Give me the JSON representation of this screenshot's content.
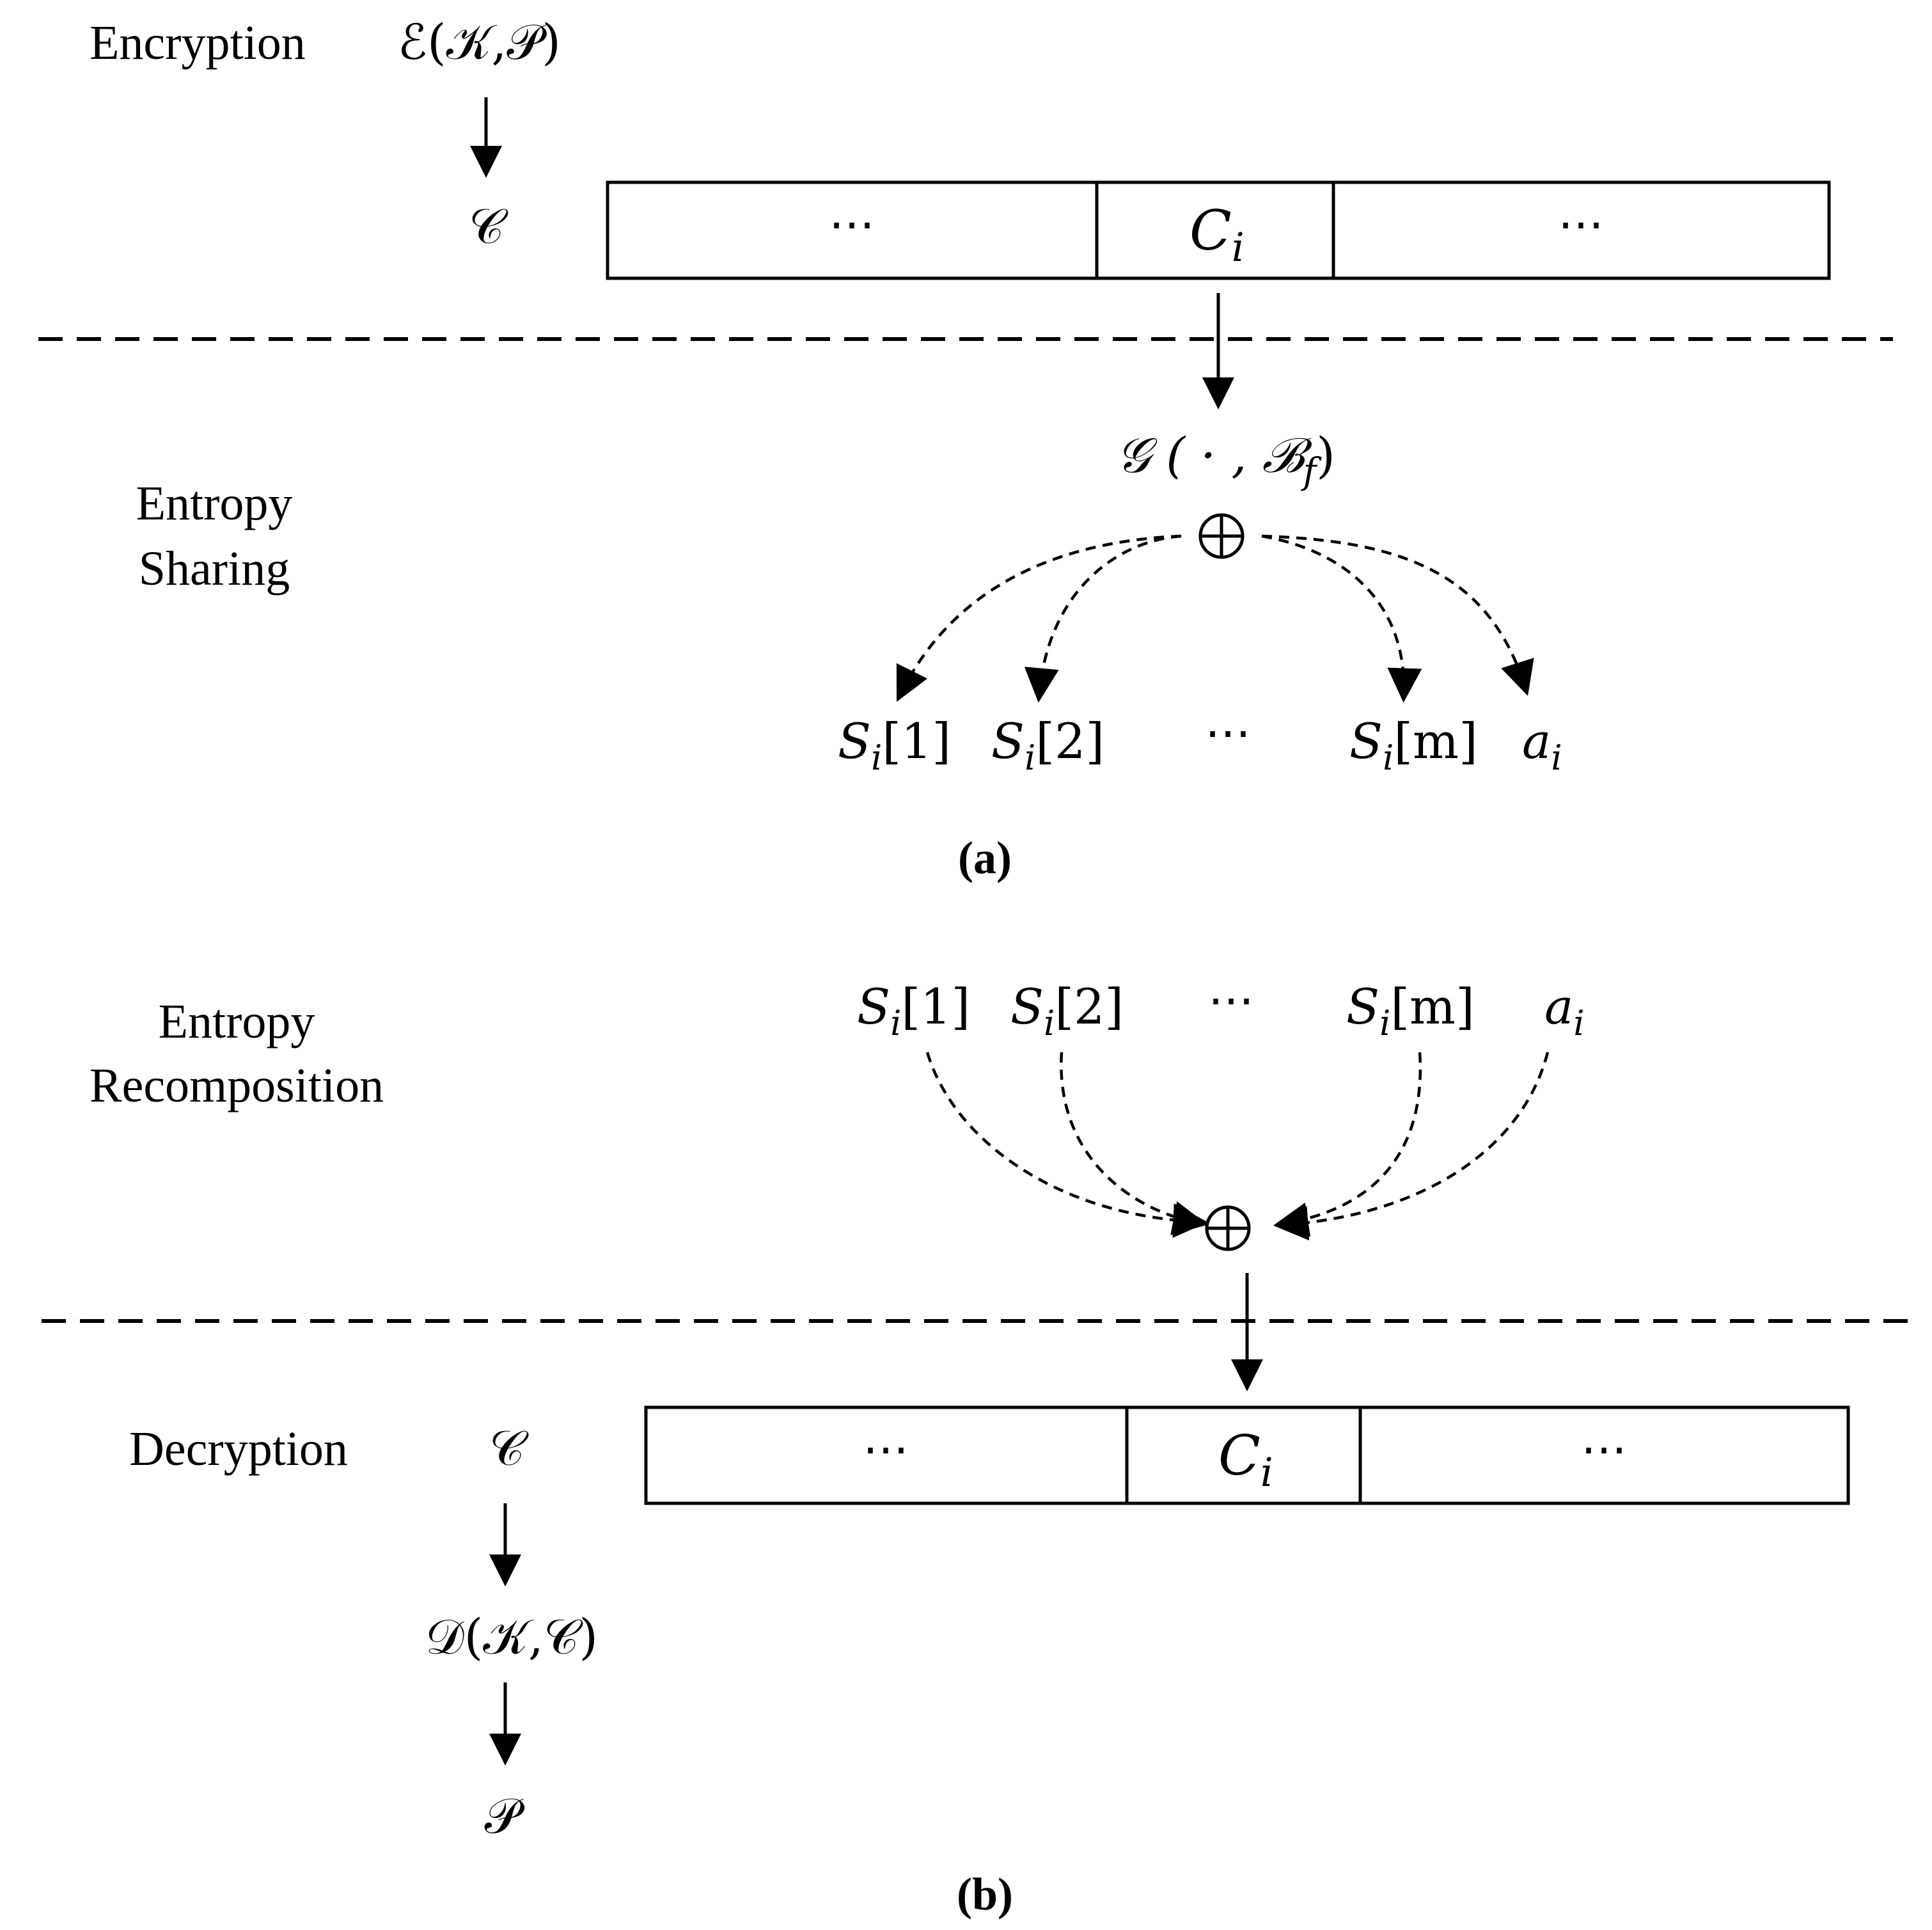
{
  "panel_a": {
    "caption": "(a)",
    "encryption": {
      "stage_label": "Encryption",
      "function": "ℰ(𝒦,𝒫)",
      "output": "𝒞"
    },
    "ciphertext_blocks": [
      "⋯",
      "C",
      "⋯"
    ],
    "block_subscript": "i",
    "sharing": {
      "stage_label_line1": "Entropy",
      "stage_label_line2": "Sharing",
      "generator": "𝒢 ( · , ℬ",
      "generator_subscript": "f",
      "generator_close": ")",
      "xor": "⊕"
    },
    "shares": [
      {
        "base": "S",
        "sub": "i",
        "idx": "[1]"
      },
      {
        "base": "S",
        "sub": "i",
        "idx": "[2]"
      },
      {
        "base": "⋯",
        "sub": "",
        "idx": ""
      },
      {
        "base": "S",
        "sub": "i",
        "idx": "[m]"
      },
      {
        "base": "a",
        "sub": "i",
        "idx": ""
      }
    ]
  },
  "panel_b": {
    "caption": "(b)",
    "recomposition": {
      "stage_label_line1": "Entropy",
      "stage_label_line2": "Recomposition",
      "xor": "⊕"
    },
    "shares": [
      {
        "base": "S",
        "sub": "i",
        "idx": "[1]"
      },
      {
        "base": "S",
        "sub": "i",
        "idx": "[2]"
      },
      {
        "base": "⋯",
        "sub": "",
        "idx": ""
      },
      {
        "base": "S",
        "sub": "i",
        "idx": "[m]"
      },
      {
        "base": "a",
        "sub": "i",
        "idx": ""
      }
    ],
    "ciphertext_blocks": [
      "⋯",
      "C",
      "⋯"
    ],
    "block_subscript": "i",
    "decryption": {
      "stage_label": "Decryption",
      "input": "𝒞",
      "function": "𝒟(𝒦,𝒞)",
      "output": "𝒫"
    }
  }
}
